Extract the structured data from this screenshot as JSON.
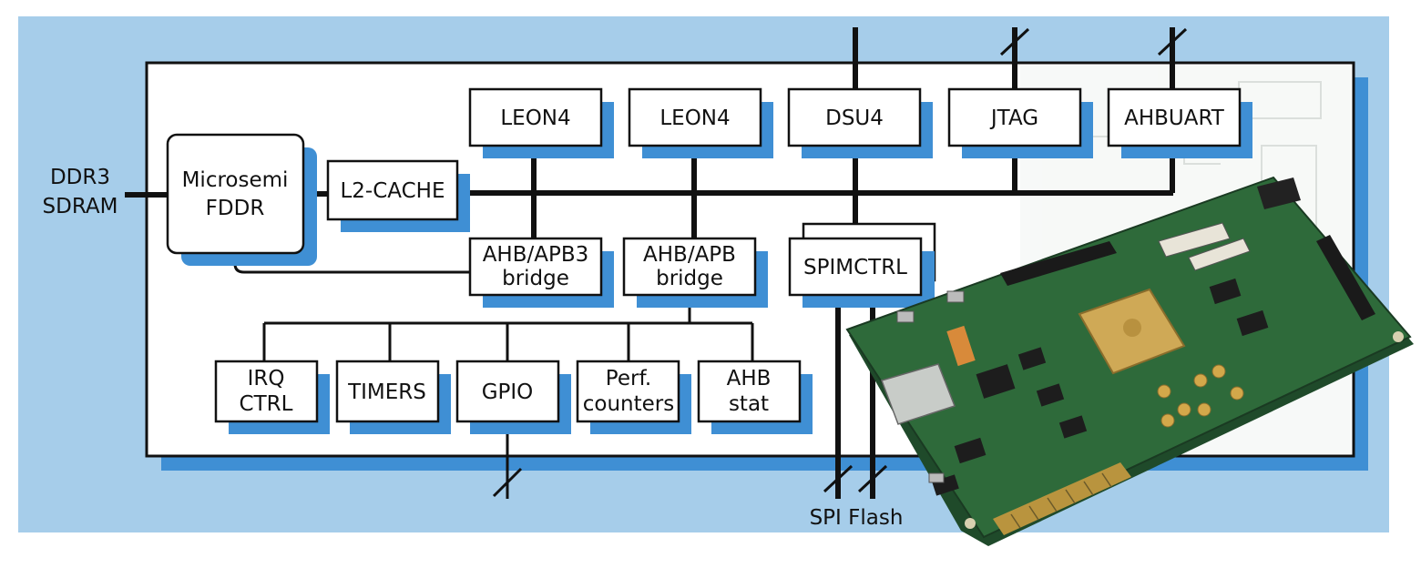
{
  "colors": {
    "background_band": "#a6cdea",
    "block_shadow": "#3f8fd4",
    "block_fill": "#ffffff",
    "line": "#111111",
    "pcb_green": "#2e6a3a",
    "fpga_gold": "#cfa956"
  },
  "external": {
    "ddr3": [
      "DDR3",
      "SDRAM"
    ],
    "spi_flash": "SPI Flash"
  },
  "blocks": {
    "fddr": [
      "Microsemi",
      "FDDR"
    ],
    "l2cache": [
      "L2-CACHE"
    ],
    "leon4_a": [
      "LEON4"
    ],
    "leon4_b": [
      "LEON4"
    ],
    "dsu4": [
      "DSU4"
    ],
    "jtag": [
      "JTAG"
    ],
    "ahbuart": [
      "AHBUART"
    ],
    "apb3_bridge": [
      "AHB/APB3",
      "bridge"
    ],
    "apb_bridge": [
      "AHB/APB",
      "bridge"
    ],
    "spimctrl": [
      "SPIMCTRL"
    ],
    "irqctrl": [
      "IRQ",
      "CTRL"
    ],
    "timers": [
      "TIMERS"
    ],
    "gpio": [
      "GPIO"
    ],
    "perf": [
      "Perf.",
      "counters"
    ],
    "ahbstat": [
      "AHB",
      "stat"
    ]
  },
  "photo": {
    "icon": "fpga-dev-board-photo"
  }
}
